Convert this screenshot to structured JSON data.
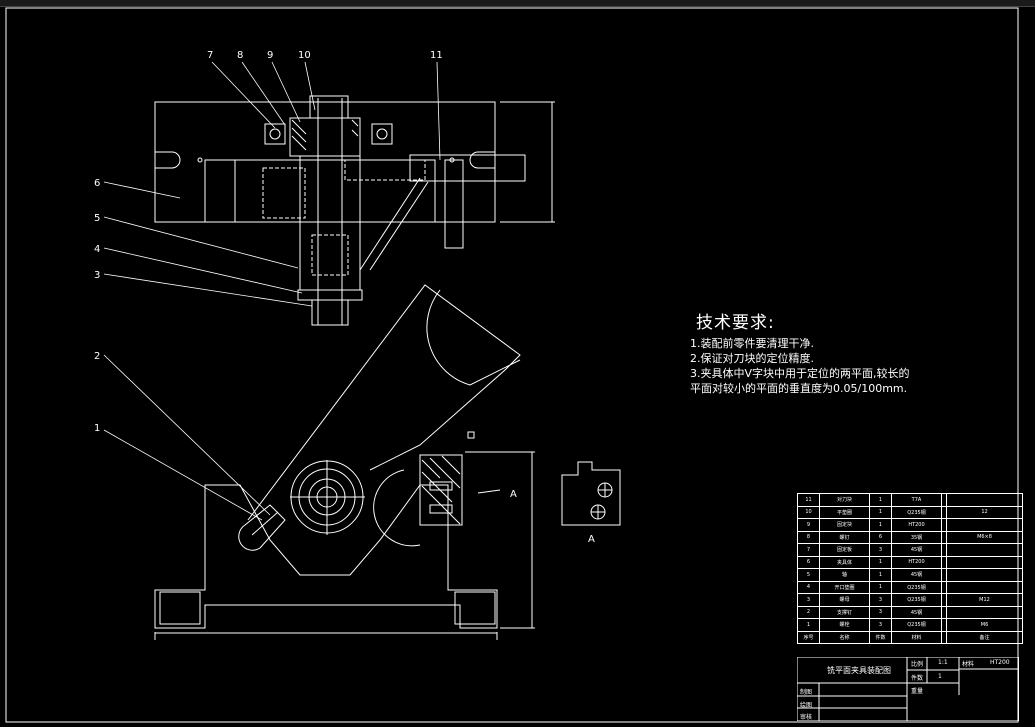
{
  "drawing": {
    "part_numbers": [
      "1",
      "2",
      "3",
      "4",
      "5",
      "6",
      "7",
      "8",
      "9",
      "10",
      "11"
    ],
    "view_label_arrow": "A",
    "view_label_detail": "A"
  },
  "tech_requirements": {
    "title": "技术要求:",
    "lines": [
      "1.装配前零件要清理干净.",
      "2.保证对刀块的定位精度.",
      "3.夹具体中V字块中用于定位的两平面,较长的",
      "平面对较小的平面的垂直度为0.05/100mm."
    ]
  },
  "bom": {
    "rows": [
      [
        "11",
        "对刀块",
        "1",
        "T7A",
        "",
        ""
      ],
      [
        "10",
        "平垫圈",
        "1",
        "Q235钢",
        "",
        "12"
      ],
      [
        "9",
        "固定块",
        "1",
        "HT200",
        "",
        ""
      ],
      [
        "8",
        "螺钉",
        "6",
        "35钢",
        "",
        "M6×8"
      ],
      [
        "7",
        "固定板",
        "3",
        "45钢",
        "",
        ""
      ],
      [
        "6",
        "夹具体",
        "1",
        "HT200",
        "",
        ""
      ],
      [
        "5",
        "轴",
        "1",
        "45钢",
        "",
        ""
      ],
      [
        "4",
        "开口垫圈",
        "1",
        "Q235钢",
        "",
        ""
      ],
      [
        "3",
        "螺母",
        "3",
        "Q235钢",
        "",
        "M12"
      ],
      [
        "2",
        "支撑钉",
        "3",
        "45钢",
        "",
        ""
      ],
      [
        "1",
        "螺栓",
        "3",
        "Q235钢",
        "",
        "M6"
      ],
      [
        "序号",
        "名称",
        "件数",
        "材料",
        "",
        "备注"
      ]
    ]
  },
  "title_block": {
    "title": "铣平面夹具装配图",
    "scale_label": "比例",
    "scale_value": "1:1",
    "material_label": "材料",
    "material_value": "HT200",
    "quantity_label": "件数",
    "quantity_value": "1",
    "drawn_label": "制图",
    "drawing_label": "绘图",
    "review_label": "审核",
    "weight_label": "重量"
  }
}
